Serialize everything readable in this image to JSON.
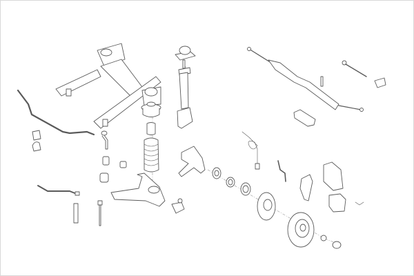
{
  "diagram": {
    "kind": "exploded view",
    "line_color": "#5a5a5a",
    "background": "#ffffff",
    "parts": [
      "subframe",
      "strut-top-mount",
      "shock-absorber",
      "spring-seat",
      "bump-stop",
      "coil-spring",
      "stabilizer-bar",
      "stabilizer-bushing",
      "stabilizer-bushing-clamp",
      "stabilizer-link",
      "bushing",
      "bushing",
      "bushing",
      "control-arm",
      "ball-joint",
      "tie-link",
      "bolt",
      "bolt",
      "steering-knuckle",
      "seal",
      "wheel-bearing",
      "seal",
      "wheel-hub",
      "brake-disc",
      "hub-nut",
      "hub-cap",
      "abs-sensor",
      "brake-hose",
      "brake-shield",
      "brake-caliper",
      "brake-pads",
      "clip",
      "steering-rack",
      "inner-tie-rod",
      "tie-rod-end",
      "steering-boot"
    ]
  }
}
